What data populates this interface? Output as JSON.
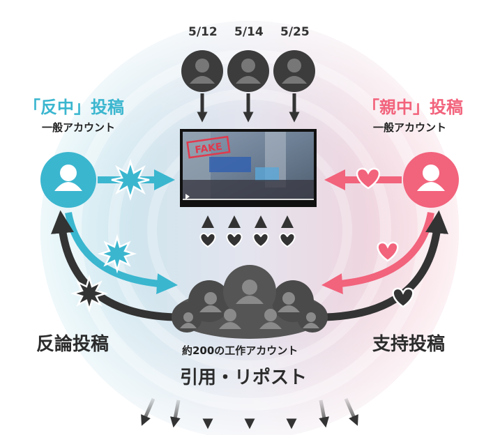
{
  "dates": [
    "5/12",
    "5/14",
    "5/25"
  ],
  "left": {
    "title": "「反中」投稿",
    "subtitle": "一般アカウント"
  },
  "right": {
    "title": "「親中」投稿",
    "subtitle": "一般アカウント"
  },
  "center": {
    "fake_stamp": "FAKE"
  },
  "bottom": {
    "left_label": "反論投稿",
    "right_label": "支持投稿",
    "cloud_label": "約200の工作アカウント",
    "action_label": "引用・リポスト"
  },
  "colors": {
    "anti": "#3bb6cf",
    "pro": "#f2637c",
    "dark": "#3a3a3a",
    "crowd": "#555555"
  }
}
